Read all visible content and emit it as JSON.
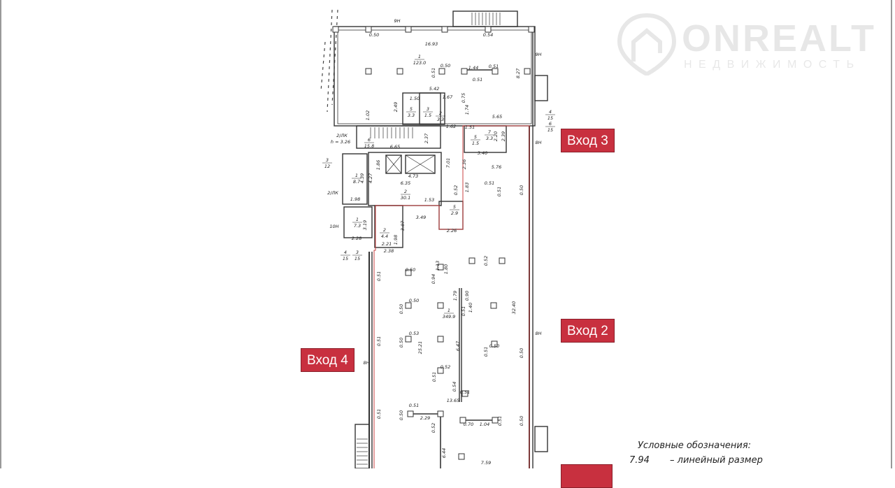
{
  "logo": {
    "brand": "ONREALT",
    "subtitle": "НЕДВИЖИМОСТЬ"
  },
  "entries": [
    {
      "label": "Вход 3"
    },
    {
      "label": "Вход 2"
    },
    {
      "label": "Вход 4"
    },
    {
      "label": ""
    }
  ],
  "legend": {
    "title": "Условные обозначения:",
    "sample_value": "7.94",
    "sample_desc": "– линейный размер"
  },
  "colors": {
    "entry_bg": "#c8303f",
    "outline_red": "#c84040",
    "wall": "#333333"
  },
  "rooms": [
    {
      "n": "1",
      "a": "123.0"
    },
    {
      "n": "6",
      "a": "15.8"
    },
    {
      "n": "3",
      "a": "12"
    },
    {
      "n": "1",
      "a": "8.7"
    },
    {
      "n": "2",
      "a": "30.1"
    },
    {
      "n": "1",
      "a": "7.3"
    },
    {
      "n": "4",
      "a": "15"
    },
    {
      "n": "3",
      "a": "15"
    },
    {
      "n": "4",
      "a": "15"
    },
    {
      "n": "6",
      "a": "15"
    },
    {
      "n": "1",
      "a": "349.9"
    },
    {
      "n": "5",
      "a": "3.3"
    },
    {
      "n": "3",
      "a": "1.5"
    },
    {
      "n": "2",
      "a": "3.3"
    },
    {
      "n": "7",
      "a": "3.3"
    },
    {
      "n": "5",
      "a": "1.5"
    },
    {
      "n": "2",
      "a": "4.4"
    },
    {
      "n": "5",
      "a": "2.9"
    }
  ],
  "dims": [
    "9H",
    "0.50",
    "0.54",
    "16.93",
    "9H",
    "0.50",
    "0.51",
    "1.44",
    "0.51",
    "0.51",
    "8.27",
    "5.42",
    "1.50",
    "1.67",
    "0.75",
    "2.49",
    "1.74",
    "5.65",
    "1.02",
    "1.62",
    "8H",
    "2/ЛК",
    "h = 3.26",
    "6.65",
    "2.37",
    "1.51",
    "3.40",
    "2.39",
    "2.20",
    "5.76",
    "1.86",
    "4.73",
    "7.01",
    "2.36",
    "4.39",
    "4.27",
    "6.35",
    "2/ЛК",
    "1.83",
    "0.52",
    "0.51",
    "0.51",
    "0.50",
    "1.98",
    "1.53",
    "3.49",
    "3.19",
    "10H",
    "3.87",
    "2.26",
    "2.28",
    "2.21",
    "1.98",
    "2.38",
    "0.50",
    "1.13",
    "1.80",
    "0.94",
    "0.52",
    "0.51",
    "1.79",
    "0.90",
    "0.50",
    "0.50",
    "1.40",
    "32.40",
    "0.51",
    "8H",
    "0.53",
    "0.50",
    "25.21",
    "6.47",
    "0.51",
    "8H",
    "0.50",
    "0.51",
    "0.50",
    "0.52",
    "0.51",
    "0.54",
    "0.51",
    "13.65",
    "0.51",
    "0.50",
    "2.29",
    "0.51",
    "0.52",
    "0.70",
    "1.04",
    "0.51",
    "0.50",
    "6.44",
    "7.59"
  ]
}
